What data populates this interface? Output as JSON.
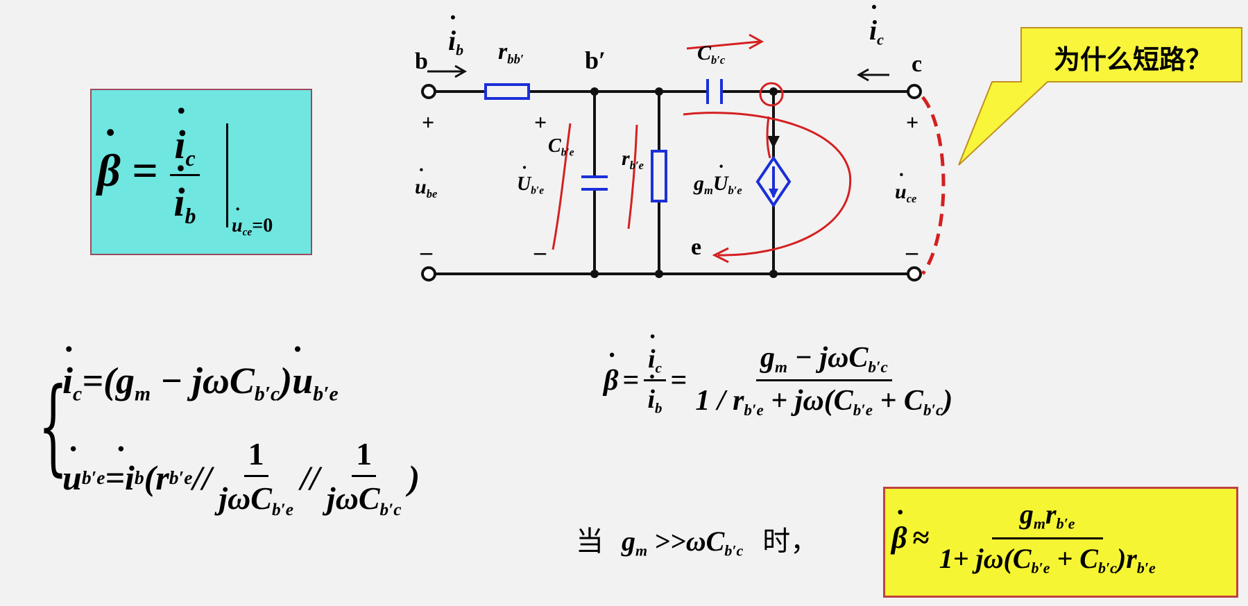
{
  "callout": {
    "text": "为什么短路？"
  },
  "circuit_labels": {
    "ib": "i",
    "ib_sub": "b",
    "rbb": "r",
    "rbb_sub": "bb′",
    "b": "b",
    "bp": "b′",
    "cbc": "C",
    "cbc_sub": "b′c",
    "ic": "i",
    "ic_sub": "c",
    "c": "c",
    "plus_left": "+",
    "plus_mid": "+",
    "plus_right": "+",
    "ube": "u",
    "ube_sub": "be",
    "cbe": "C",
    "cbe_sub": "b′e",
    "ubpe": "U",
    "ubpe_sub": "b′e",
    "rbe": "r",
    "rbe_sub": "b′e",
    "gm": "g",
    "gm_sub": "m",
    "gm_u": "U",
    "gm_u_sub": "b′e",
    "uce": "u",
    "uce_sub": "ce",
    "minus_left": "–",
    "minus_mid": "–",
    "minus_right": "–",
    "e": "e"
  },
  "formula_box": {
    "beta": "β",
    "eq": "=",
    "num": "i",
    "num_sub": "c",
    "den": "i",
    "den_sub": "b",
    "cond": "u",
    "cond_sub": "ce",
    "cond_rest": "=0"
  },
  "equations": {
    "eq1_lhs": "i",
    "eq1_lhs_sub": "c",
    "eq1_rhs_a": "=(g",
    "eq1_rhs_sub1": "m",
    "eq1_rhs_b": " − jωC",
    "eq1_rhs_sub2": "b′c",
    "eq1_rhs_c": ")u",
    "eq1_rhs_sub3": "b′e",
    "eq2_lhs": "u",
    "eq2_lhs_sub": "b′e",
    "eq2_a": "=i",
    "eq2_sub1": "b",
    "eq2_b": "(r",
    "eq2_sub2": "b′e",
    "eq2_c": " //",
    "frac1_num": "1",
    "frac1_den": "jωC",
    "frac1_den_sub": "b′e",
    "eq2_d": "//",
    "frac2_num": "1",
    "frac2_den": "jωC",
    "frac2_den_sub": "b′c",
    "eq2_close": ")"
  },
  "beta_eq": {
    "beta": "β",
    "eq1": "=",
    "ic": "i",
    "ic_sub": "c",
    "ib": "i",
    "ib_sub": "b",
    "eq2": "=",
    "num_a": "g",
    "num_sub1": "m",
    "num_b": " − jωC",
    "num_sub2": "b′c",
    "den_a": "1 / r",
    "den_sub1": "b′e",
    "den_b": " + jω(C",
    "den_sub2": "b′e",
    "den_c": " + C",
    "den_sub3": "b′c",
    "den_d": ")"
  },
  "condition": {
    "when": "当",
    "gm": "g",
    "gm_sub": "m",
    "gt": " >>ωC",
    "c_sub": "b′c",
    "shi": "时，"
  },
  "approx": {
    "beta": "β",
    "approx": "≈",
    "num_a": "g",
    "num_sub1": "m",
    "num_b": "r",
    "num_sub2": "b′e",
    "den_a": "1+ jω(C",
    "den_sub1": "b′e",
    "den_b": " + C",
    "den_sub2": "b′c",
    "den_c": ")r",
    "den_sub3": "b′e"
  },
  "colors": {
    "box1_fill": "#6fe6e0",
    "box2_fill": "#f5f533",
    "callout_fill": "#f8f53a",
    "component": "#1a2fd8",
    "annotation": "#d42020"
  }
}
